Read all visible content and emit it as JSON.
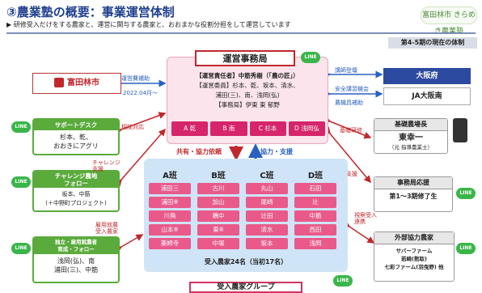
{
  "title": "③農業塾の概要：事業運営体制",
  "subtitle": "▶ 研修受入だけをする農家と、運営に関与する農家と、おおまかな役割分担をして運営しています",
  "logo_text": "富田林市 きらめき農業塾",
  "era_label": "第4-5期の現在の体制",
  "office": {
    "heading": "運営事務局",
    "lines": [
      "【運営責任者】中筋秀樹（「農の匠」）",
      "【運営委員】杉本、乾、坂本、清水、",
      "浦田(三)、南、浅岡(弘)",
      "【事務局】伊東 東 郁野"
    ],
    "tabs": [
      "A 乾",
      "B 南",
      "C 杉本",
      "D 浅岡弘"
    ]
  },
  "tomita": {
    "label": "富田林市",
    "funding": "運営費補助",
    "since": "2022.04月～"
  },
  "right_links": {
    "lecturer": "講師登壇",
    "safety": "安全講習機会",
    "equip": "農機具補助",
    "basic_training": "基礎研修",
    "office_support": "運営支援",
    "field_support": "視察受入\n連携"
  },
  "gov": {
    "osaka_pref": "大阪府",
    "ja": "JA大阪南"
  },
  "left_cards": [
    {
      "header": "サポートデスク",
      "body": "杉本、乾、\nおおきにアグリ",
      "link": "相談対応"
    },
    {
      "header": "チャレンジ農地\nフォロー",
      "body": "坂本、中筋\n(＋中野町プロジェクト)",
      "link": "チャレンジ\n支援"
    },
    {
      "header": "独立・雇用就農者\n育成・フォロー",
      "body": "浅岡(弘)、南\n浦田(三)、中筋",
      "link": "雇用就農\n受入農家"
    }
  ],
  "right_cards": [
    {
      "header": "基礎農場長",
      "body": "東幸一",
      "sub": "（元 指導農業士）"
    },
    {
      "header": "事務局応援",
      "body": "第1～3期修了生",
      "sub": ""
    },
    {
      "header": "外部協力農家",
      "body": "サバーファーム\n若崎(熊取)\n七彩ファーム(羽曳野) 他",
      "sub": ""
    }
  ],
  "flow": {
    "down": "共有・協力依頼",
    "up": "協力・支援"
  },
  "groups": [
    {
      "name": "A班",
      "members": [
        "浦田三",
        "浦田※",
        "川角",
        "山本※",
        "薬師寺"
      ]
    },
    {
      "name": "B班",
      "members": [
        "古川",
        "加山",
        "橋中",
        "東※",
        "中塚"
      ]
    },
    {
      "name": "C班",
      "members": [
        "丸山",
        "尾崎",
        "辻田",
        "清水",
        "坂本"
      ]
    },
    {
      "name": "D班",
      "members": [
        "石田",
        "辻",
        "中筋",
        "西田",
        "浅岡"
      ]
    }
  ],
  "farm_footer": "受入農家24名（当初17名）",
  "group_tab": "受入農家グループ",
  "line_label": "LINE",
  "colors": {
    "title": "#1f3f8f",
    "accent_red": "#c0282c",
    "pink": "#e95a8a",
    "green": "#5aab3c",
    "blue": "#2c4aa0"
  }
}
